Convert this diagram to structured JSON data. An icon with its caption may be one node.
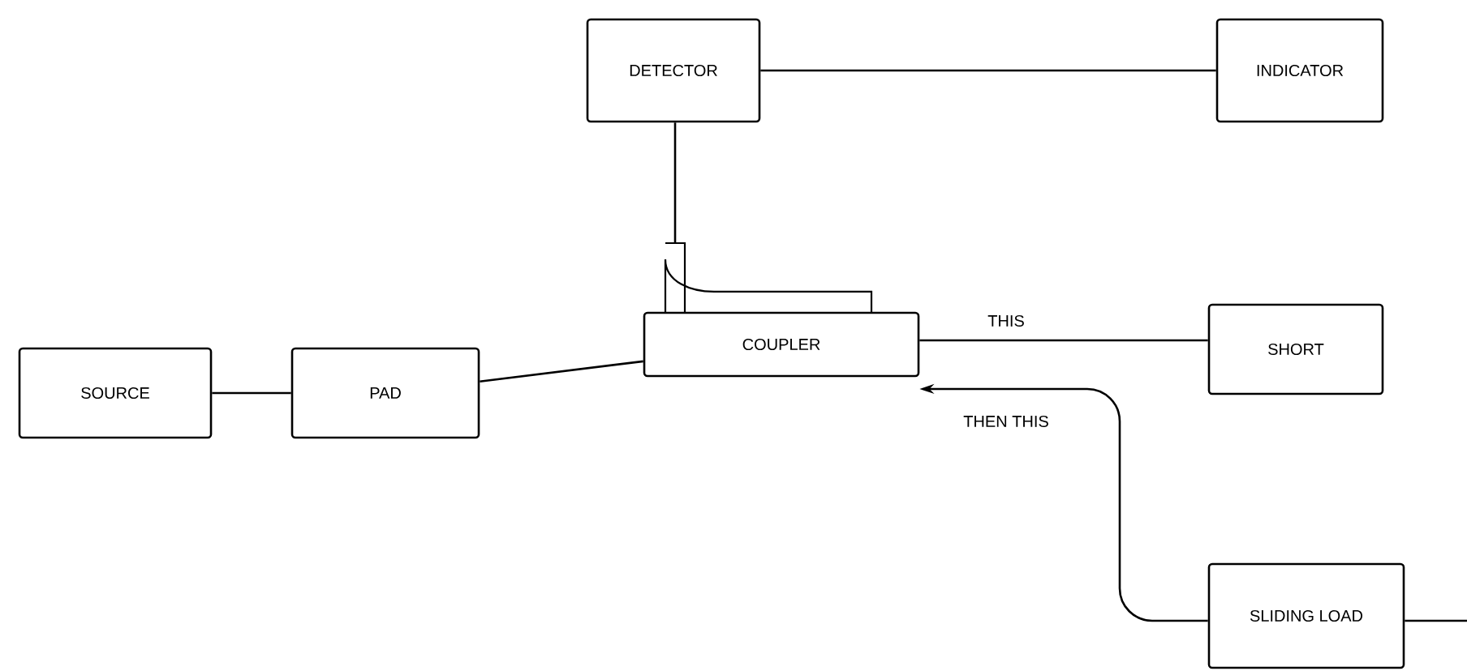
{
  "diagram": {
    "nodes": [
      {
        "text": [
          "DETECTOR"
        ]
      },
      {
        "text": [
          "INDICATOR"
        ]
      },
      {
        "text": [
          "SOURCE"
        ]
      },
      {
        "text": [
          "PAD"
        ]
      },
      {
        "text": [
          "COUPLER"
        ]
      },
      {
        "text": [
          "SHORT"
        ]
      },
      {
        "text": [
          "SLIDING LOAD"
        ]
      }
    ],
    "edges": [
      {
        "from": 0,
        "to": 1,
        "arrow": "none"
      },
      {
        "from": 0,
        "to": 4,
        "arrow": "none"
      },
      {
        "from": 2,
        "to": 3,
        "arrow": "none"
      },
      {
        "from": 3,
        "to": 4,
        "arrow": "none"
      },
      {
        "from": 4,
        "to": 5,
        "arrow": "none",
        "label": "THIS"
      },
      {
        "from": 6,
        "to": 4,
        "arrow": "to",
        "label": "THEN THIS"
      },
      {
        "from": 6,
        "to": null,
        "arrow": "none"
      }
    ]
  }
}
